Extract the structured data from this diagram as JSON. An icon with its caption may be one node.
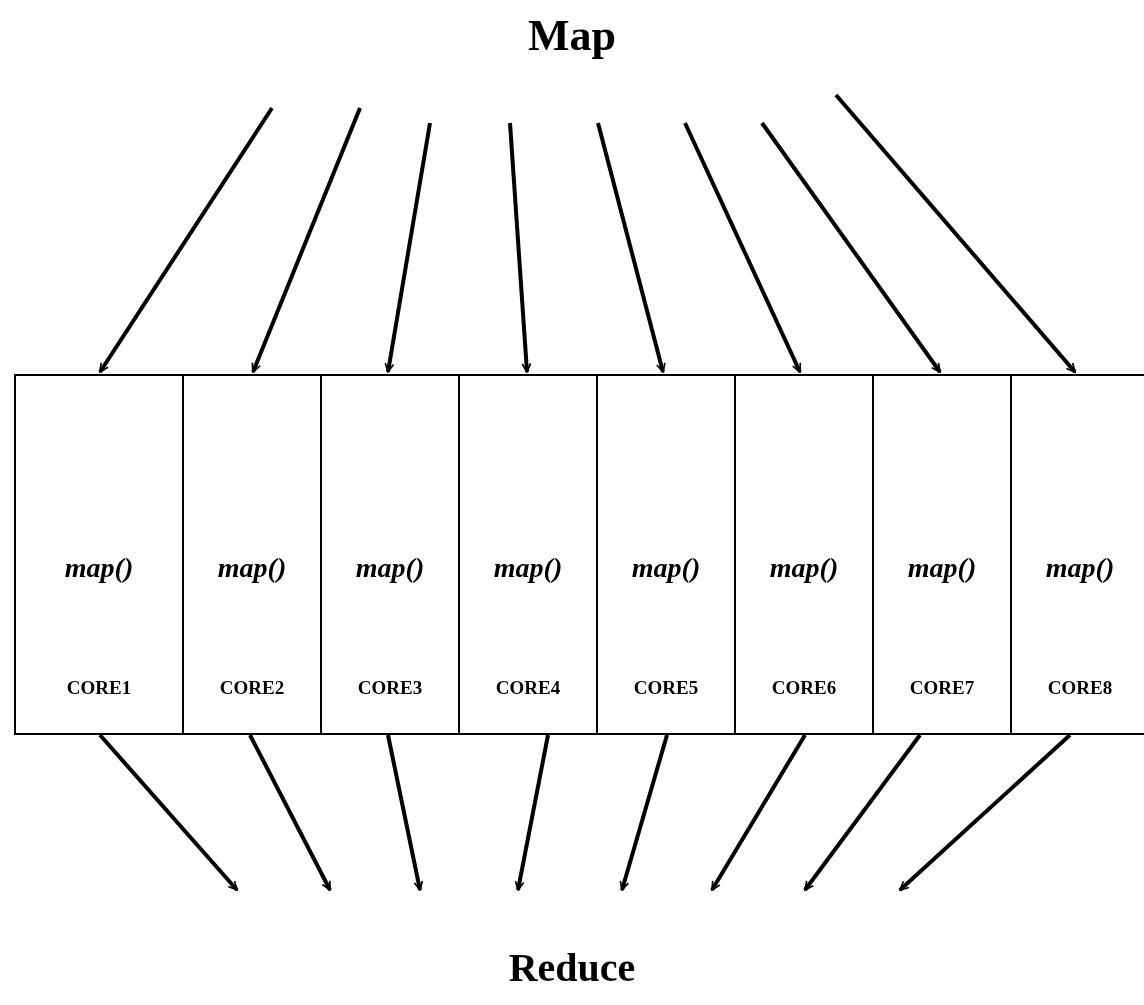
{
  "diagram": {
    "title": "Map",
    "nodes": [
      {
        "text": [
          "map()",
          "CORE1"
        ]
      },
      {
        "text": [
          "map()",
          "CORE2"
        ]
      },
      {
        "text": [
          "map()",
          "CORE3"
        ]
      },
      {
        "text": [
          "map()",
          "CORE4"
        ]
      },
      {
        "text": [
          "map()",
          "CORE5"
        ]
      },
      {
        "text": [
          "map()",
          "CORE6"
        ]
      },
      {
        "text": [
          "map()",
          "CORE7"
        ]
      },
      {
        "text": [
          "map()",
          "CORE8"
        ]
      }
    ],
    "edges": [
      {
        "from": null,
        "to": 0,
        "arrow": "to"
      },
      {
        "from": null,
        "to": 1,
        "arrow": "to"
      },
      {
        "from": null,
        "to": 2,
        "arrow": "to"
      },
      {
        "from": null,
        "to": 3,
        "arrow": "to"
      },
      {
        "from": null,
        "to": 4,
        "arrow": "to"
      },
      {
        "from": null,
        "to": 5,
        "arrow": "to"
      },
      {
        "from": null,
        "to": 6,
        "arrow": "to"
      },
      {
        "from": null,
        "to": 7,
        "arrow": "to"
      },
      {
        "from": 0,
        "to": null,
        "arrow": "to"
      },
      {
        "from": 1,
        "to": null,
        "arrow": "to"
      },
      {
        "from": 2,
        "to": null,
        "arrow": "to"
      },
      {
        "from": 3,
        "to": null,
        "arrow": "to"
      },
      {
        "from": 4,
        "to": null,
        "arrow": "to"
      },
      {
        "from": 5,
        "to": null,
        "arrow": "to"
      },
      {
        "from": 6,
        "to": null,
        "arrow": "to"
      },
      {
        "from": 7,
        "to": null,
        "arrow": "to"
      }
    ],
    "labels": [
      "Reduce"
    ]
  }
}
